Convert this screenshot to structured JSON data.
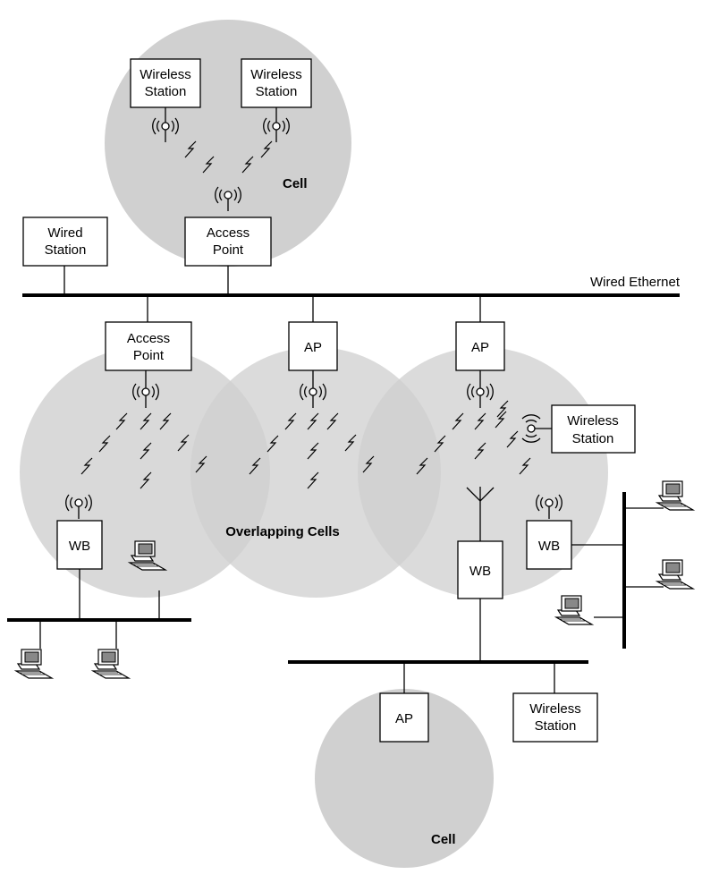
{
  "labels": {
    "top_ws1_l1": "Wireless",
    "top_ws1_l2": "Station",
    "top_ws2_l1": "Wireless",
    "top_ws2_l2": "Station",
    "cell_top": "Cell",
    "wired_l1": "Wired",
    "wired_l2": "Station",
    "ap_top_l1": "Access",
    "ap_top_l2": "Point",
    "ethernet": "Wired Ethernet",
    "ap_left_l1": "Access",
    "ap_left_l2": "Point",
    "ap_mid": "AP",
    "ap_right": "AP",
    "ws_right_l1": "Wireless",
    "ws_right_l2": "Station",
    "wb_left": "WB",
    "overlap": "Overlapping Cells",
    "wb_mid": "WB",
    "wb_right": "WB",
    "ap_bottom": "AP",
    "ws_bottom_l1": "Wireless",
    "ws_bottom_l2": "Station",
    "cell_bottom": "Cell"
  },
  "colors": {
    "cell_fill": "#d0d0d0",
    "line": "#000000",
    "box_fill": "#ffffff"
  },
  "icons": [
    "antenna-icon",
    "lightning-icon",
    "computer-icon",
    "dish-antenna-icon"
  ]
}
